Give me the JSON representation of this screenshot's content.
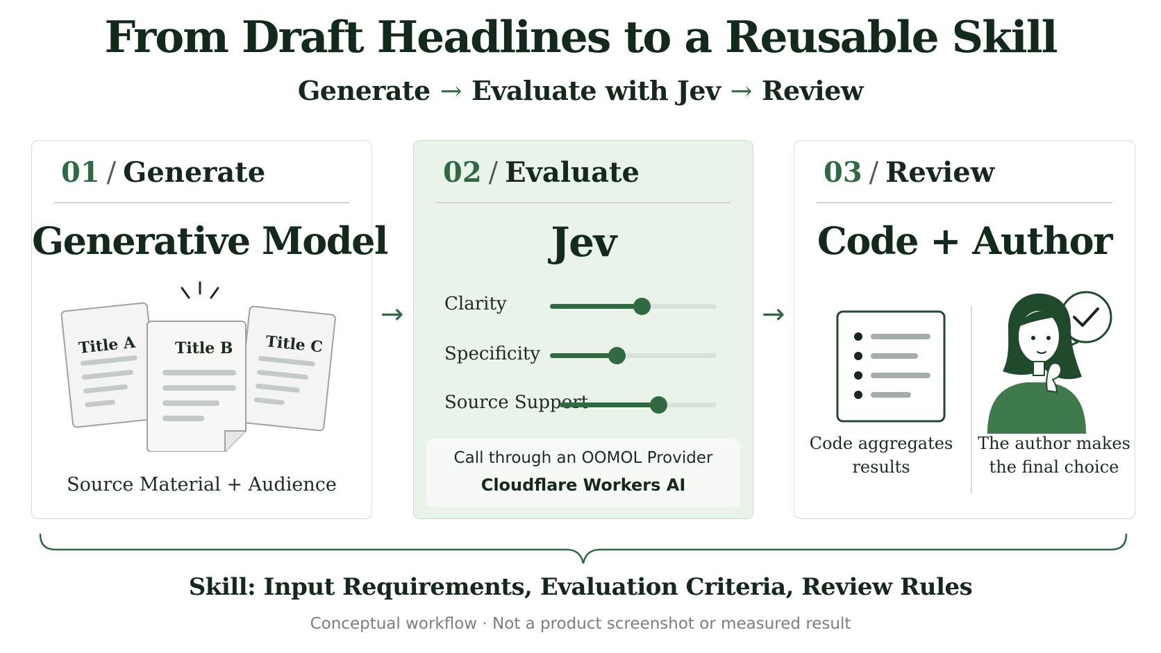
{
  "title": "From Draft Headlines to a Reusable Skill",
  "subtitle": {
    "step1": "Generate",
    "arrow": "→",
    "step2": "Evaluate with Jev",
    "step3": "Review"
  },
  "cards": [
    {
      "number": "01",
      "slash": "/",
      "heading": "Generate",
      "title": "Generative Model",
      "documents": [
        "Title A",
        "Title B",
        "Title C"
      ],
      "caption": "Source Material + Audience"
    },
    {
      "number": "02",
      "slash": "/",
      "heading": "Evaluate",
      "title": "Jev",
      "criteria": [
        {
          "label": "Clarity",
          "level": 0.55
        },
        {
          "label": "Specificity",
          "level": 0.4
        },
        {
          "label": "Source Support",
          "level": 0.63
        }
      ],
      "provider_line": "Call through an OOMOL Provider",
      "provider_name": "Cloudflare Workers AI"
    },
    {
      "number": "03",
      "slash": "/",
      "heading": "Review",
      "title": "Code + Author",
      "code_caption_1": "Code aggregates",
      "code_caption_2": "results",
      "author_caption_1": "The author makes",
      "author_caption_2": "the final choice"
    }
  ],
  "flow_arrow": "→",
  "skill_line": "Skill: Input Requirements, Evaluation Criteria, Review Rules",
  "footnote": "Conceptual workflow · Not a product screenshot or measured result",
  "colors": {
    "accent": "#2f6a40",
    "dark_text": "#14281d",
    "mid_card_bg": "#eaf3ea",
    "border": "#d6ddd8"
  },
  "icons": [
    "document-icon",
    "list-icon",
    "checkmark-bubble-icon",
    "person-thinking-icon",
    "spark-icon"
  ]
}
